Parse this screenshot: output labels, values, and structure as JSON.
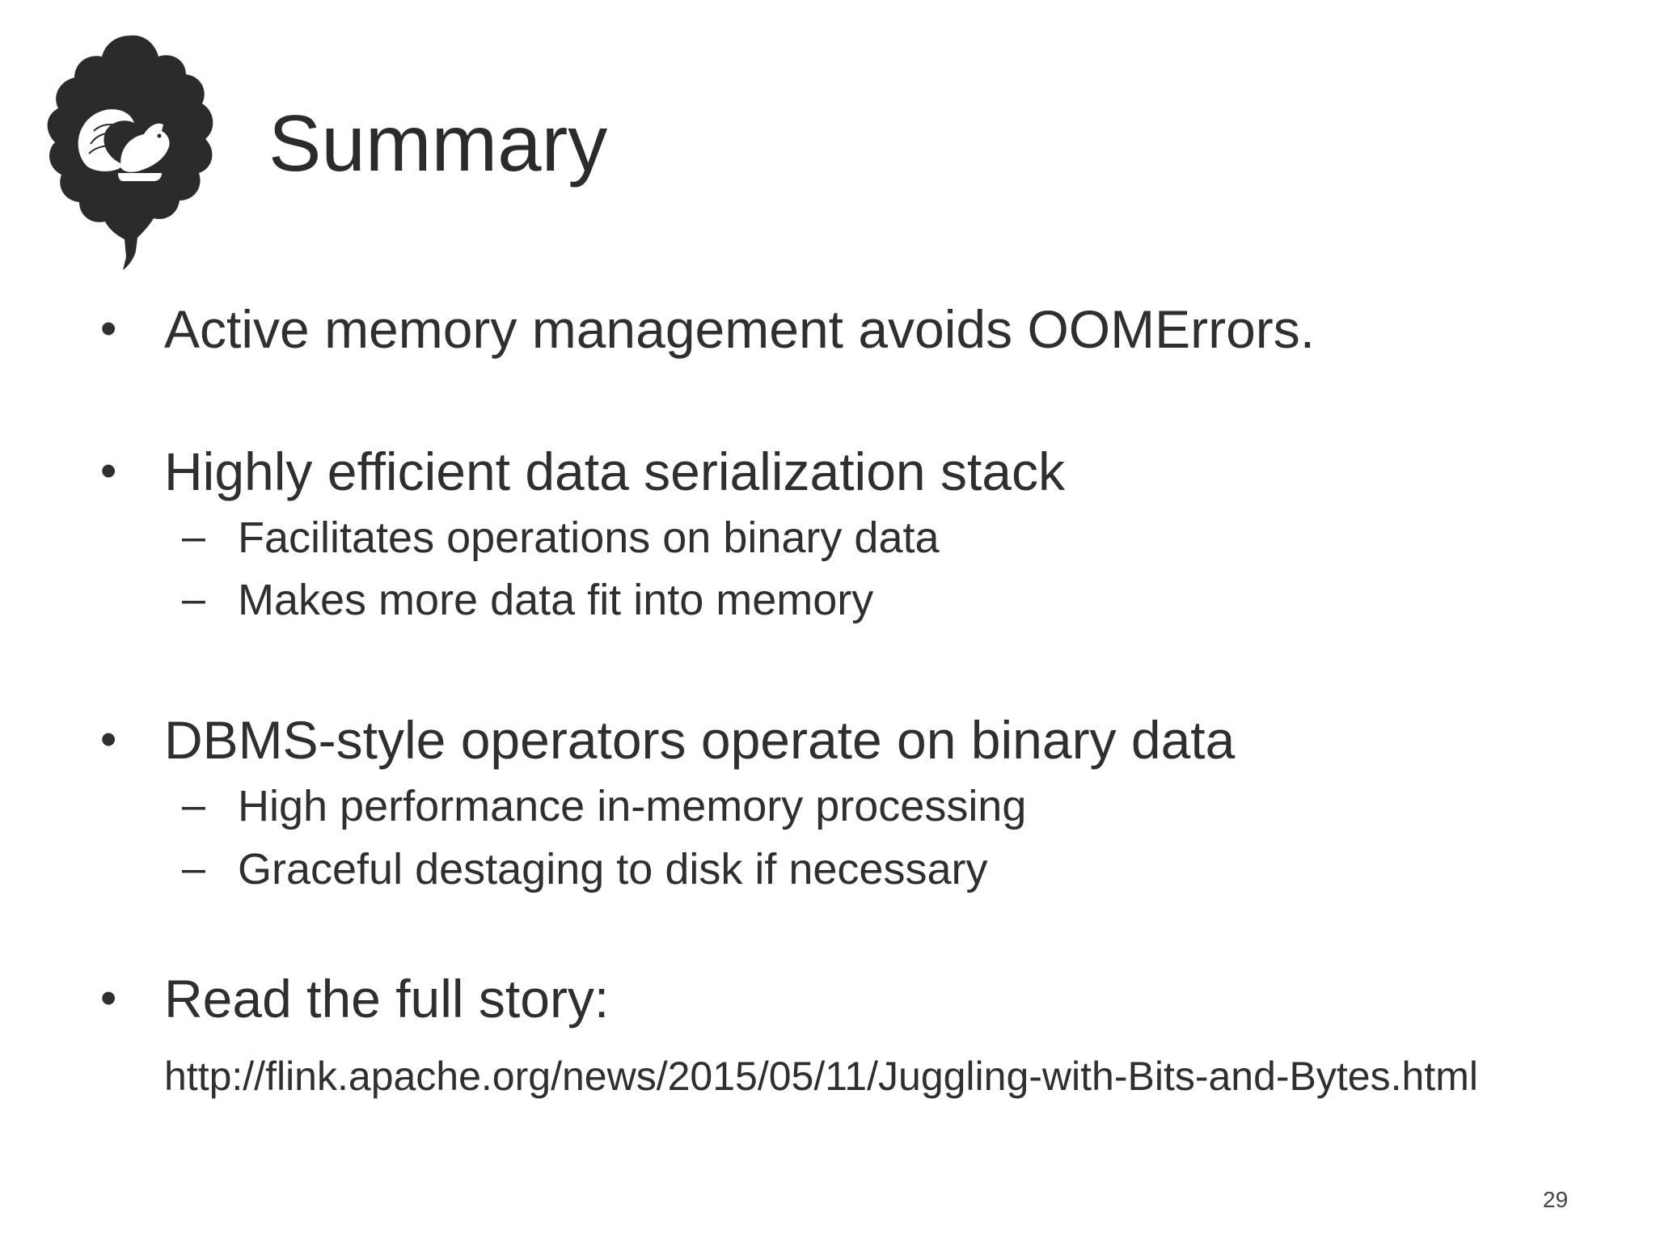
{
  "slide": {
    "title": "Summary",
    "bullets": [
      {
        "text": "Active memory management avoids OOMErrors.",
        "sub": []
      },
      {
        "text": "Highly efficient data serialization stack",
        "sub": [
          "Facilitates operations on binary data",
          "Makes more data fit into memory"
        ]
      },
      {
        "text": "DBMS-style operators operate on binary data",
        "sub": [
          "High performance in-memory processing",
          "Graceful destaging to disk if necessary"
        ]
      },
      {
        "text": "Read the full story:",
        "sub": []
      }
    ],
    "link": "http://flink.apache.org/news/2015/05/11/Juggling-with-Bits-and-Bytes.html",
    "page_number": "29",
    "bullet_glyph": "•",
    "sub_glyph": "–",
    "logo_icon": "oak-leaf-squirrel-icon",
    "colors": {
      "text": "#2f2f2f",
      "logo": "#2b2b2b"
    }
  }
}
